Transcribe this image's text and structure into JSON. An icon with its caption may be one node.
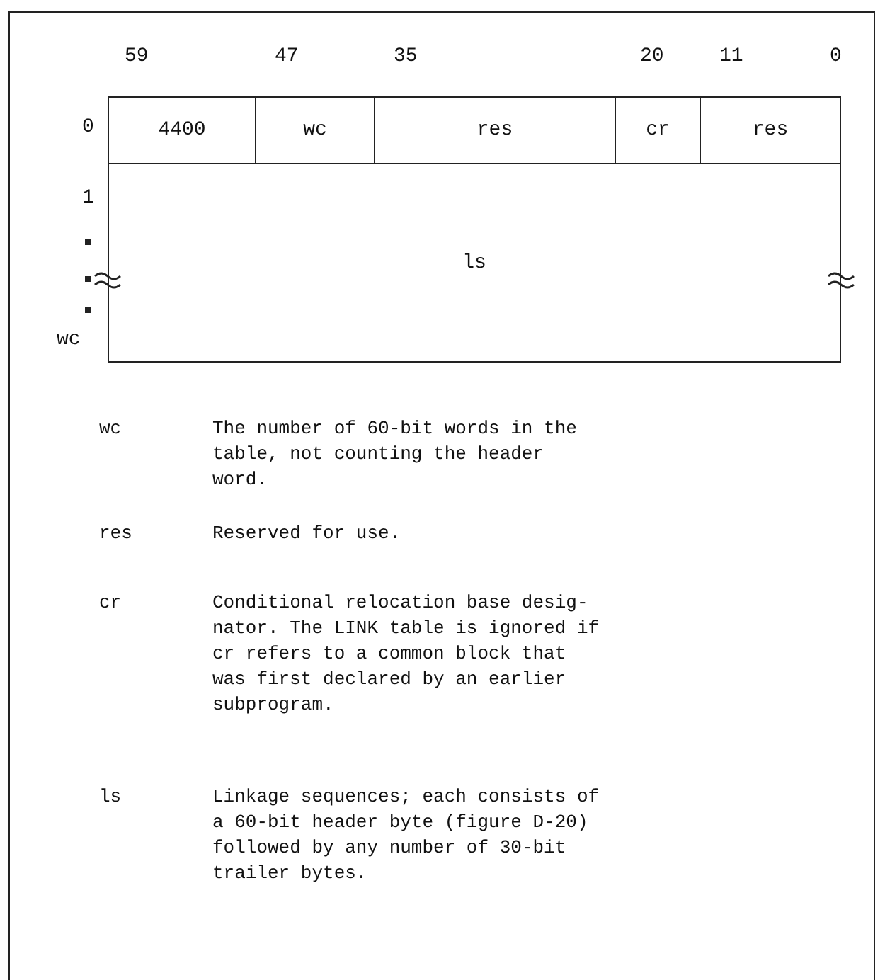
{
  "diagram": {
    "nodes": [
      {
        "text": [
          "4400"
        ]
      },
      {
        "text": [
          "wc"
        ]
      },
      {
        "text": [
          "res"
        ]
      },
      {
        "text": [
          "cr"
        ]
      },
      {
        "text": [
          "res"
        ]
      },
      {
        "text": [
          "ls"
        ]
      }
    ],
    "labels": [
      "59",
      "47",
      "35",
      "20",
      "11",
      "0",
      "0",
      "1",
      "wc",
      "wc",
      "The number of 60-bit words in the table, not counting the header word.",
      "res",
      "Reserved for use.",
      "cr",
      "Conditional relocation base desig- nator. The LINK table is ignored if cr refers to a common block that was first declared by an earlier subprogram.",
      "ls",
      "Linkage sequences; each consists of a 60-bit header byte (figure D-20) followed by any number of 30-bit trailer bytes."
    ]
  }
}
